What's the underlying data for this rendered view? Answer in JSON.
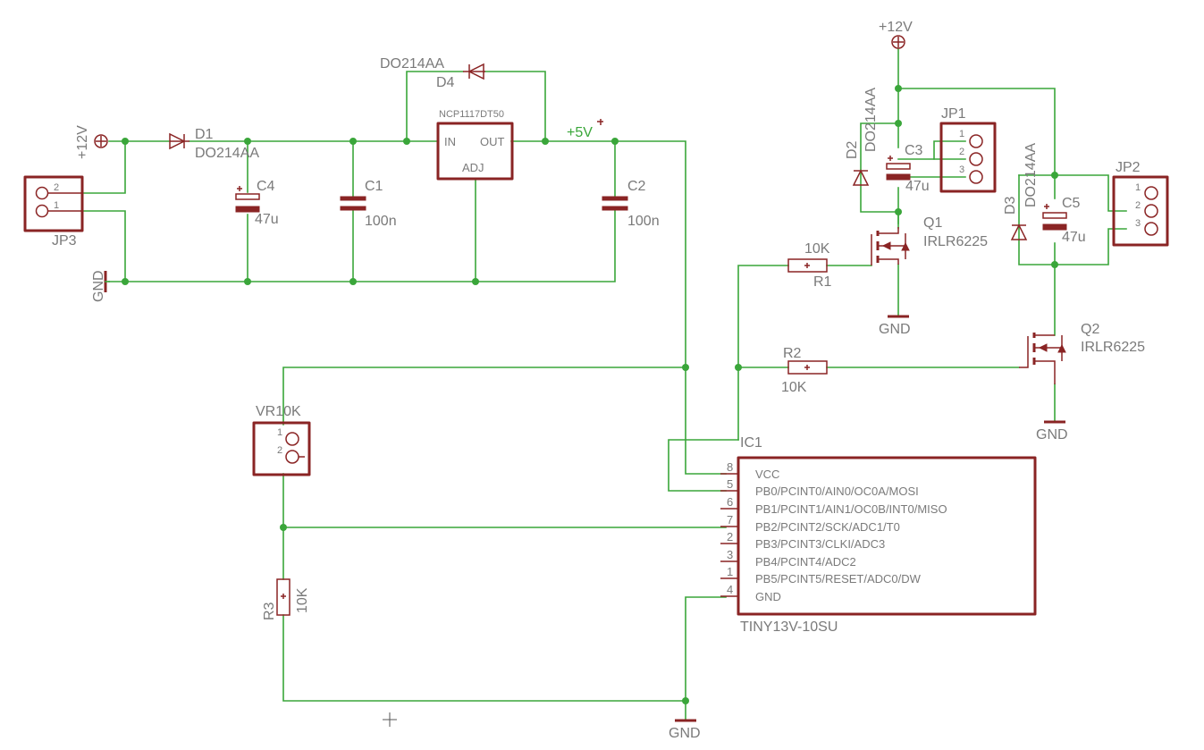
{
  "colors": {
    "wire": "#3aa63a",
    "part": "#8a2424",
    "label": "#7a7a7a"
  },
  "supplies": {
    "v12_left": "+12V",
    "v12_top": "+12V",
    "v5": "+5V",
    "gnd_left": "GND",
    "gnd_q1": "GND",
    "gnd_q2": "GND",
    "gnd_bottom": "GND"
  },
  "parts": {
    "jp3": {
      "name": "JP3",
      "pin2": "2",
      "pin1": "1"
    },
    "d1": {
      "name": "D1",
      "value": "DO214AA"
    },
    "d4": {
      "name": "D4",
      "value": "DO214AA"
    },
    "c4": {
      "name": "C4",
      "value": "47u"
    },
    "c1": {
      "name": "C1",
      "value": "100n"
    },
    "reg": {
      "name": "NCP1117DT50",
      "in": "IN",
      "out": "OUT",
      "adj": "ADJ"
    },
    "c2": {
      "name": "C2",
      "value": "100n"
    },
    "d2": {
      "name": "D2",
      "value": "DO214AA"
    },
    "c3": {
      "name": "C3",
      "value": "47u"
    },
    "jp1": {
      "name": "JP1",
      "pins": [
        "1",
        "2",
        "3"
      ]
    },
    "q1": {
      "name": "Q1",
      "value": "IRLR6225"
    },
    "r1": {
      "name": "R1",
      "value": "10K"
    },
    "d3": {
      "name": "D3",
      "value": "DO214AA"
    },
    "c5": {
      "name": "C5",
      "value": "47u"
    },
    "jp2": {
      "name": "JP2",
      "pins": [
        "1",
        "2",
        "3"
      ]
    },
    "q2": {
      "name": "Q2",
      "value": "IRLR6225"
    },
    "r2": {
      "name": "R2",
      "value": "10K"
    },
    "vr": {
      "name": "VR10K",
      "pin1": "1",
      "pin2": "2"
    },
    "r3": {
      "name": "R3",
      "value": "10K"
    },
    "ic1": {
      "name": "IC1",
      "value": "TINY13V-10SU",
      "pins": [
        {
          "num": "8",
          "label": "VCC"
        },
        {
          "num": "5",
          "label": "PB0/PCINT0/AIN0/OC0A/MOSI"
        },
        {
          "num": "6",
          "label": "PB1/PCINT1/AIN1/OC0B/INT0/MISO"
        },
        {
          "num": "7",
          "label": "PB2/PCINT2/SCK/ADC1/T0"
        },
        {
          "num": "2",
          "label": "PB3/PCINT3/CLKI/ADC3"
        },
        {
          "num": "3",
          "label": "PB4/PCINT4/ADC2"
        },
        {
          "num": "1",
          "label": "PB5/PCINT5/RESET/ADC0/DW"
        },
        {
          "num": "4",
          "label": "GND"
        }
      ]
    }
  }
}
